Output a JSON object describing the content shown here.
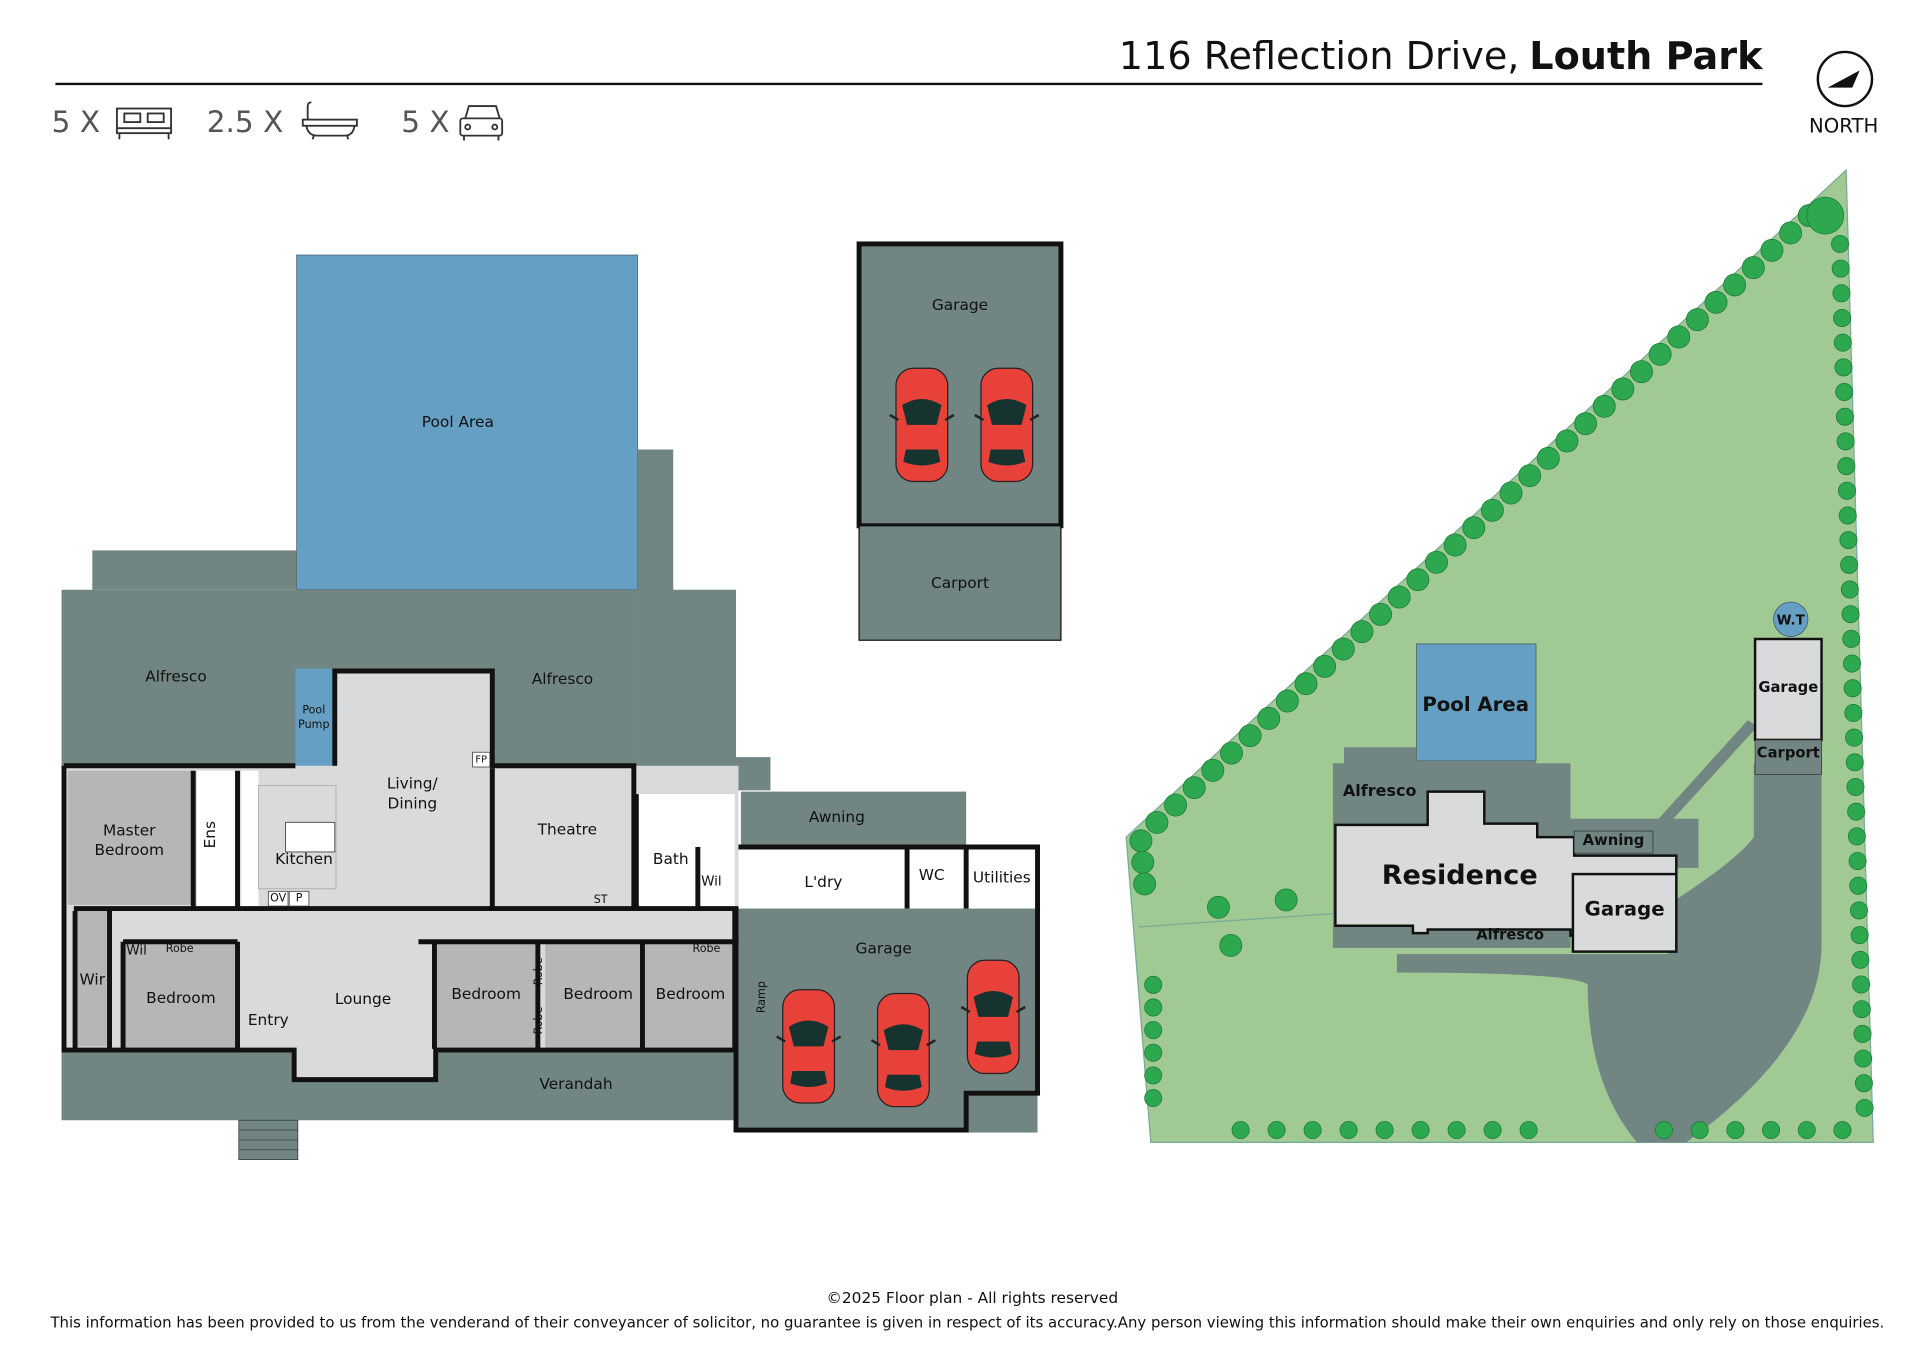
{
  "header": {
    "address": "116 Reflection Drive,",
    "suburb": "Louth Park",
    "north_label": "NORTH",
    "features": [
      {
        "count": "5 X",
        "icon": "bed-icon"
      },
      {
        "count": "2.5 X",
        "icon": "bath-icon"
      },
      {
        "count": "5 X",
        "icon": "car-icon"
      }
    ]
  },
  "floorplan": {
    "pool_area": "Pool Area",
    "alfresco_left": "Alfresco",
    "alfresco_right": "Alfresco",
    "pool_pump": [
      "Pool",
      "Pump"
    ],
    "fp": "FP",
    "living": [
      "Living/",
      "Dining"
    ],
    "theatre": "Theatre",
    "master": [
      "Master",
      "Bedroom"
    ],
    "ens": "Ens",
    "kitchen": "Kitchen",
    "ov": "OV",
    "p": "P",
    "st": "ST",
    "bath": "Bath",
    "wil": "Wil",
    "wil2": "Wil",
    "awning": "Awning",
    "laundry": "L'dry",
    "wc": "WC",
    "utilities": "Utilities",
    "wir": "Wir",
    "robe": "Robe",
    "bedroom": "Bedroom",
    "entry": "Entry",
    "lounge": "Lounge",
    "verandah": "Verandah",
    "garage": "Garage",
    "ramp": "Ramp",
    "detached_garage": "Garage",
    "carport": "Carport"
  },
  "siteplan": {
    "pool_area": "Pool Area",
    "alfresco_top": "Alfresco",
    "residence": "Residence",
    "awning": "Awning",
    "garage": "Garage",
    "alfresco_bottom": "Alfresco",
    "water_tank": "W.T",
    "detached_garage": "Garage",
    "carport": "Carport"
  },
  "footer": {
    "copyright": "©2025 Floor plan  - All rights reserved",
    "disclaimer": "This information has been provided to us from the venderand of their conveyancer of solicitor, no guarantee is given in respect of its accuracy.Any person viewing this information should make their own enquiries and only rely on those enquiries."
  },
  "colors": {
    "pool": "#65a0c4",
    "outdoor": "#718683",
    "room_dark": "#b5b6b7",
    "room_light": "#d8dadb",
    "grass": "#a1c994",
    "tree": "#2ea84e",
    "car": "#e8413a"
  }
}
